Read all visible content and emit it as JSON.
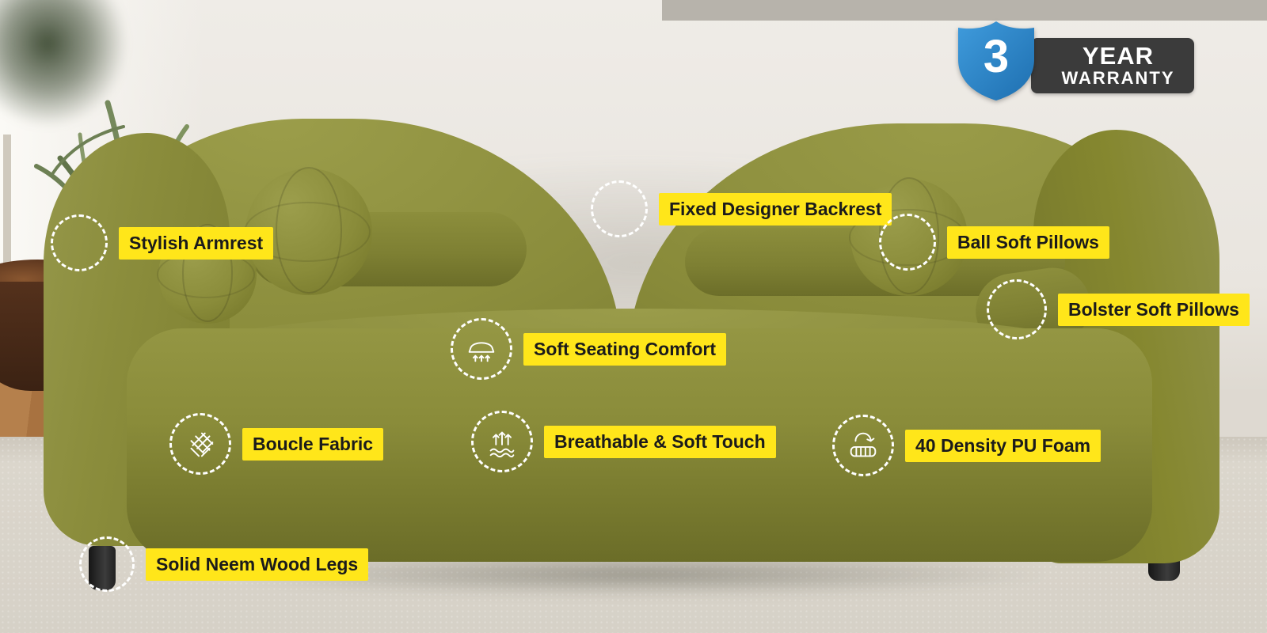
{
  "badge": {
    "years": "3",
    "line1": "YEAR",
    "line2": "WARRANTY"
  },
  "callouts": [
    {
      "id": "stylish-armrest",
      "label": "Stylish Armrest"
    },
    {
      "id": "fixed-designer-backrest",
      "label": "Fixed Designer Backrest"
    },
    {
      "id": "ball-soft-pillows",
      "label": "Ball Soft Pillows"
    },
    {
      "id": "bolster-soft-pillows",
      "label": "Bolster Soft Pillows"
    },
    {
      "id": "soft-seating-comfort",
      "label": "Soft Seating Comfort"
    },
    {
      "id": "boucle-fabric",
      "label": "Boucle Fabric"
    },
    {
      "id": "breathable-soft-touch",
      "label": "Breathable & Soft Touch"
    },
    {
      "id": "40-density-pu-foam",
      "label": "40 Density PU Foam"
    },
    {
      "id": "solid-neem-wood-legs",
      "label": "Solid Neem Wood Legs"
    }
  ],
  "colors": {
    "label_bg": "#FFE61A",
    "label_text": "#1B1B1B",
    "sofa_olive": "#8A8C3C",
    "shield_blue": "#2E84C6",
    "badge_bg": "#3B3B3B",
    "ring_dash": "#FFFFFF"
  }
}
